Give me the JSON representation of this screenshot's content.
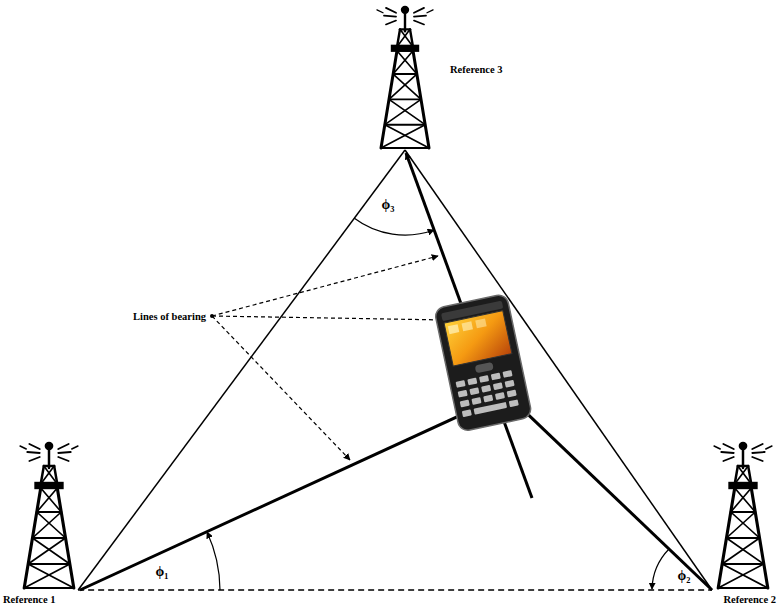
{
  "diagram": {
    "nodes": [
      {
        "text": [
          "Reference 3"
        ]
      },
      {
        "text": [
          "Reference 1"
        ]
      },
      {
        "text": [
          "Reference 2"
        ]
      }
    ],
    "edges": [
      {
        "from": 1,
        "to": 0,
        "arrow": "none"
      },
      {
        "from": 0,
        "to": 2,
        "arrow": "none"
      },
      {
        "from": 1,
        "to": 2,
        "arrow": "none"
      }
    ],
    "labels": [
      "ϕ₃",
      "Lines of bearing",
      "ϕ₁",
      "ϕ₂"
    ]
  }
}
